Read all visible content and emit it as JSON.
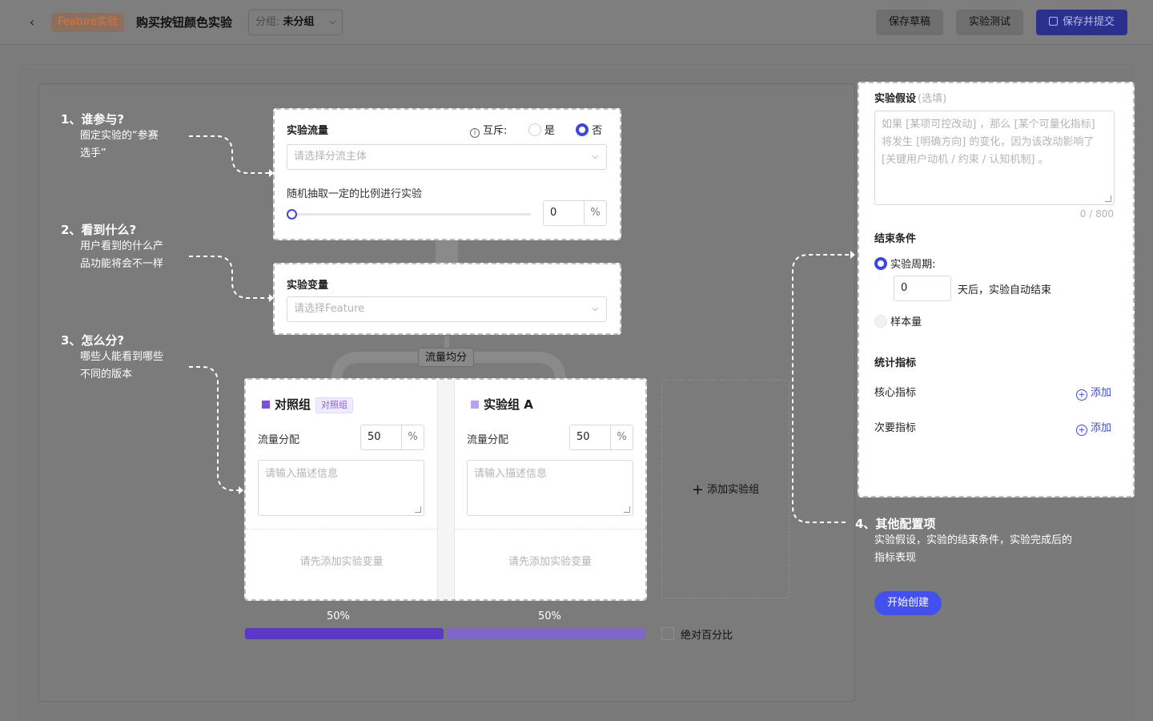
{
  "header": {
    "back_icon": "chevron-left-icon",
    "feature_tag": "Feature实验",
    "title": "购买按钮颜色实验",
    "group_label": "分组:",
    "group_value": "未分组",
    "save_draft": "保存草稿",
    "test": "实验测试",
    "save_submit": "保存并提交"
  },
  "steps": [
    {
      "title": "1、谁参与?",
      "desc": [
        "圈定实验的“参赛",
        "选手”"
      ]
    },
    {
      "title": "2、看到什么?",
      "desc": [
        "用户看到的什么产",
        "品功能将会不一样"
      ]
    },
    {
      "title": "3、怎么分?",
      "desc": [
        "哪些人能看到哪些",
        "不同的版本"
      ]
    },
    {
      "title": "4、其他配置项",
      "desc": [
        "实验假设，实验的结束条件，实验完成后的",
        "指标表现"
      ]
    }
  ],
  "traffic": {
    "title": "实验流量",
    "exclusive_label": "互斥:",
    "yes": "是",
    "no": "否",
    "selected": "否",
    "subject_placeholder": "请选择分流主体",
    "ratio_label": "随机抽取一定的比例进行实验",
    "ratio_value": "0",
    "ratio_unit": "%"
  },
  "variable": {
    "title": "实验变量",
    "placeholder": "请选择Feature"
  },
  "split_label": "流量均分",
  "groups": [
    {
      "name": "对照组",
      "badge": "对照组",
      "color": "#7b4fe6",
      "traffic_label": "流量分配",
      "traffic_value": "50",
      "unit": "%",
      "desc_placeholder": "请输入描述信息",
      "empty_hint": "请先添加实验变量",
      "share": "50%"
    },
    {
      "name": "实验组 A",
      "badge": "",
      "color": "#b9a1f3",
      "traffic_label": "流量分配",
      "traffic_value": "50",
      "unit": "%",
      "desc_placeholder": "请输入描述信息",
      "empty_hint": "请先添加实验变量",
      "share": "50%"
    }
  ],
  "add_group": "添加实验组",
  "absolute_percent": "绝对百分比",
  "bar_colors": {
    "control": "#5b38c9",
    "variant": "#7e67c6"
  },
  "hypothesis": {
    "title": "实验假设",
    "optional": "(选填)",
    "placeholder": "如果 [某项可控改动] ，那么 [某个可量化指标] 将发生 [明确方向] 的变化，因为该改动影响了 [关键用户动机 / 约束 / 认知机制] 。",
    "counter": "0 / 800"
  },
  "end": {
    "title": "结束条件",
    "period_label": "实验周期:",
    "days_value": "0",
    "days_suffix": "天后，实验自动结束",
    "sample_label": "样本量"
  },
  "metrics": {
    "title": "统计指标",
    "core": "核心指标",
    "secondary": "次要指标",
    "add": "添加"
  },
  "start_button": "开始创建"
}
